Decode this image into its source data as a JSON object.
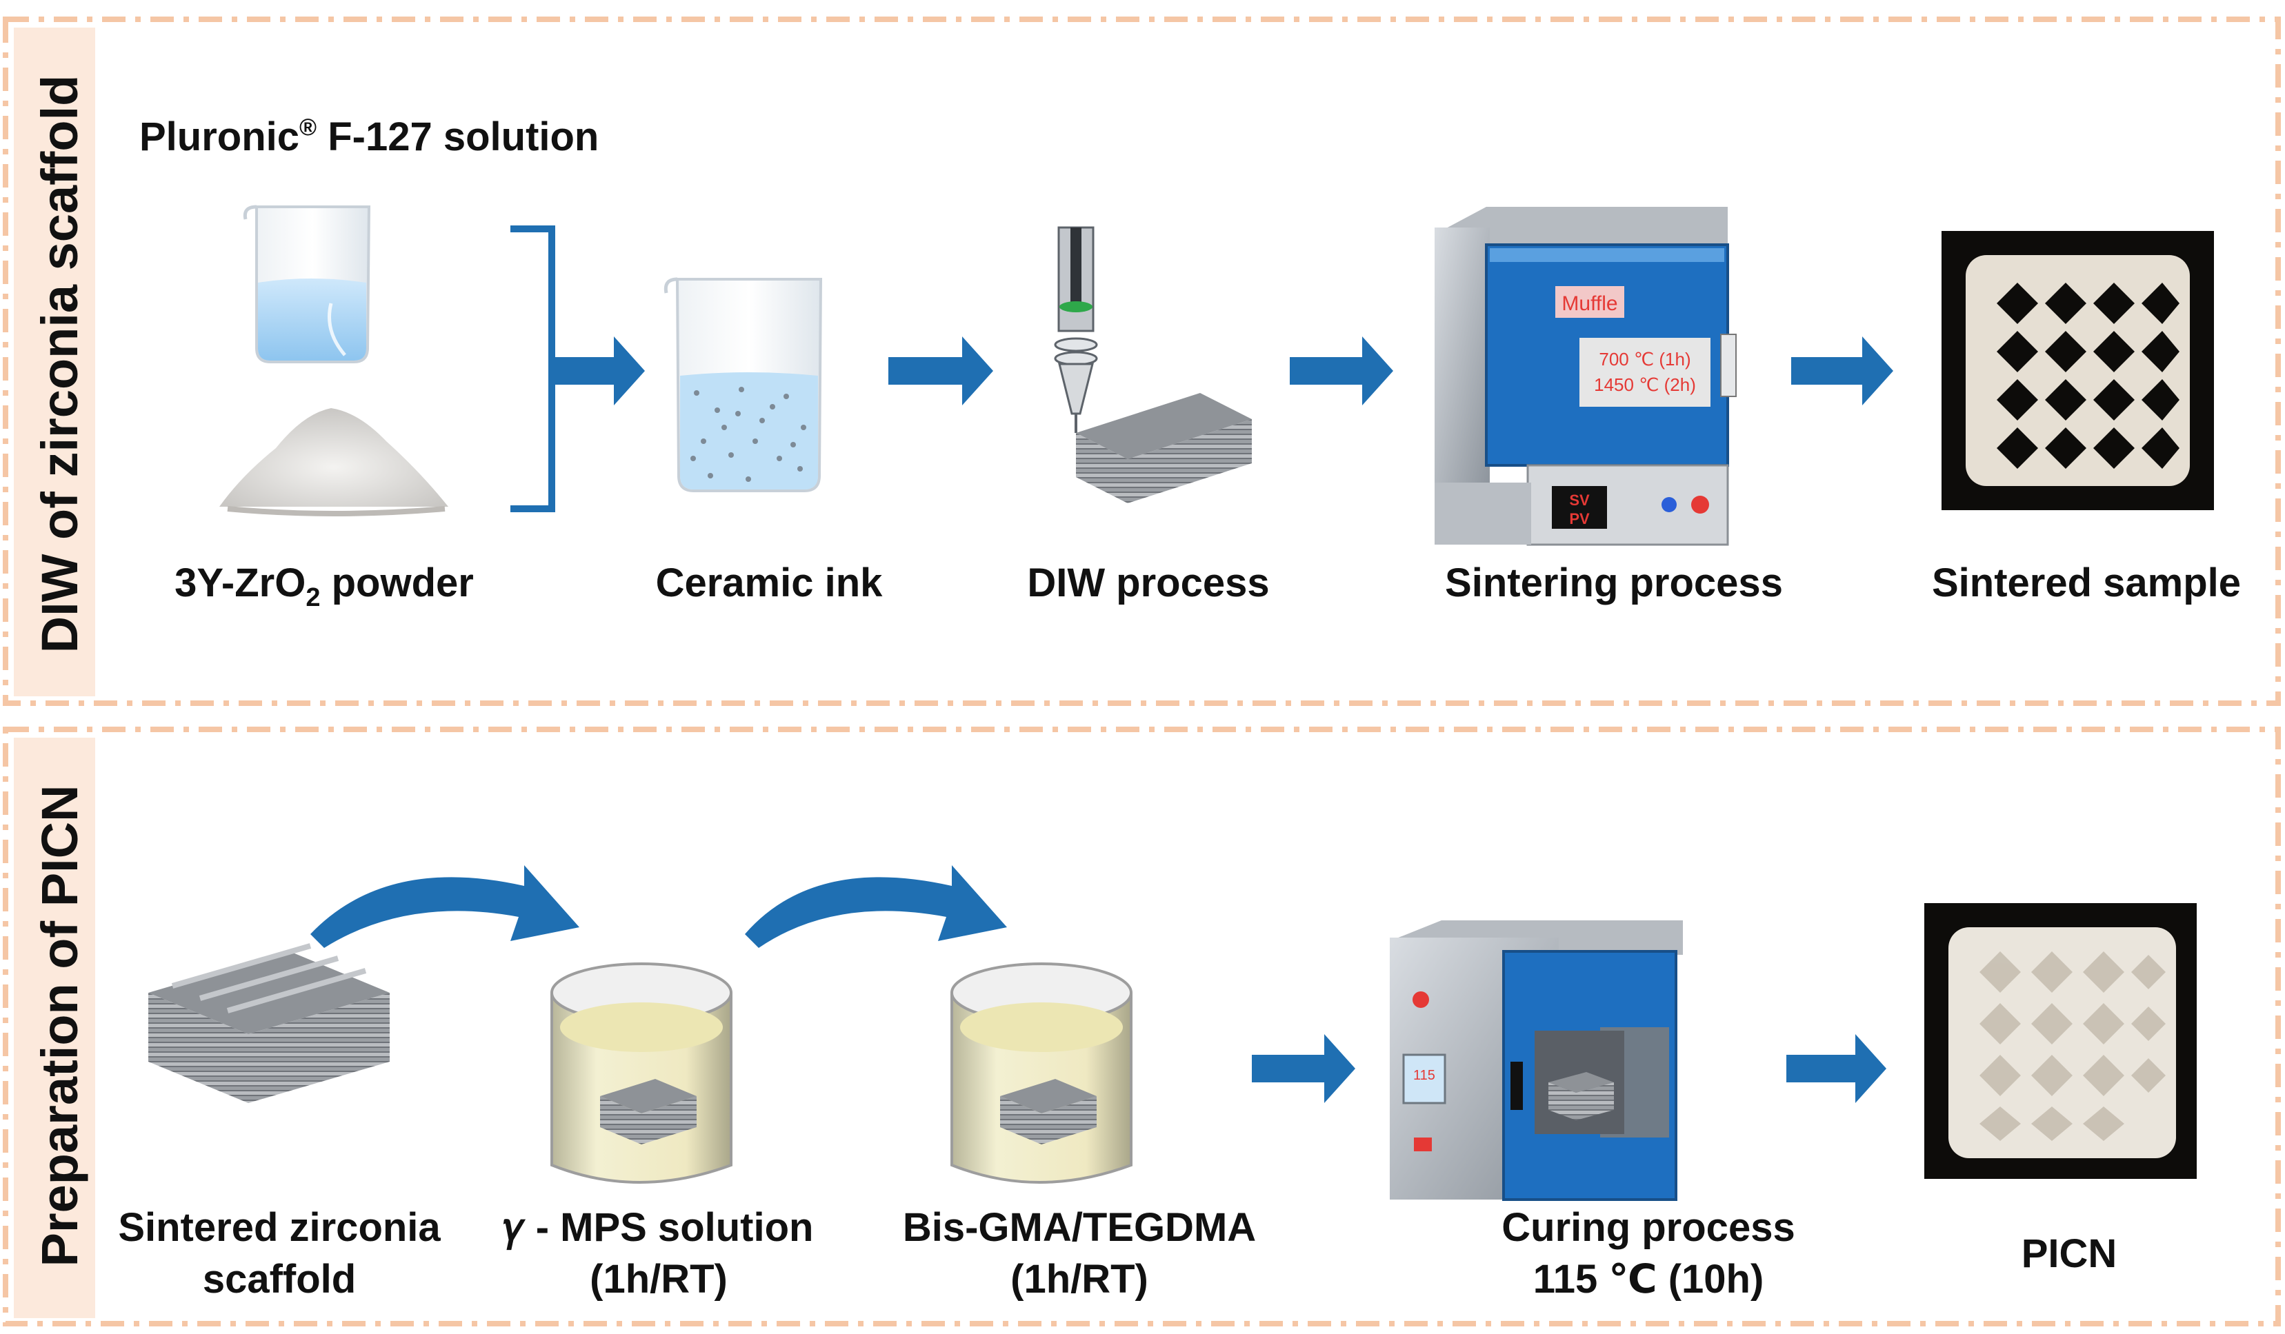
{
  "colors": {
    "frame_dash": "#f5c6a5",
    "side_band": "#fce9dc",
    "arrow_blue": "#1f6fb2",
    "oven_blue": "#1e6fc0",
    "display_red": "#e53935"
  },
  "panel_top": {
    "side_label": "DIW of zirconia scaffold",
    "solution_label_main": "Pluronic",
    "solution_label_reg": "®",
    "solution_label_rest": " F-127 solution",
    "powder_label_pre": "3Y-ZrO",
    "powder_label_sub": "2",
    "powder_label_post": " powder",
    "step_labels": [
      "Ceramic ink",
      "DIW process",
      "Sintering process",
      "Sintered sample"
    ],
    "furnace": {
      "brand": "Muffle",
      "temp_line_1": "700 ℃ (1h)",
      "temp_line_2": "1450 ℃ (2h)",
      "display_sv": "SV",
      "display_pv": "PV"
    }
  },
  "panel_bottom": {
    "side_label": "Preparation of PICN",
    "step_labels": [
      {
        "line1": "Sintered zirconia",
        "line2": "scaffold"
      },
      {
        "line1": "𝛾 - MPS solution",
        "line2": "(1h/RT)"
      },
      {
        "line1": "Bis-GMA/TEGDMA",
        "line2": "(1h/RT)"
      },
      {
        "line1": "Curing process",
        "line2": "115 ℃ (10h)"
      },
      {
        "line1": "PICN",
        "line2": ""
      }
    ],
    "oven_display": "115"
  },
  "icons": [
    "beaker-icon",
    "powder-pile-icon",
    "bracket-icon",
    "arrow-right-icon",
    "ceramic-ink-beaker-icon",
    "syringe-nozzle-icon",
    "lattice-block-icon",
    "muffle-furnace-icon",
    "sintered-sample-photo",
    "zirconia-scaffold-icon",
    "curved-arrow-icon",
    "solution-jar-icon",
    "curing-oven-icon",
    "picn-sample-photo"
  ]
}
